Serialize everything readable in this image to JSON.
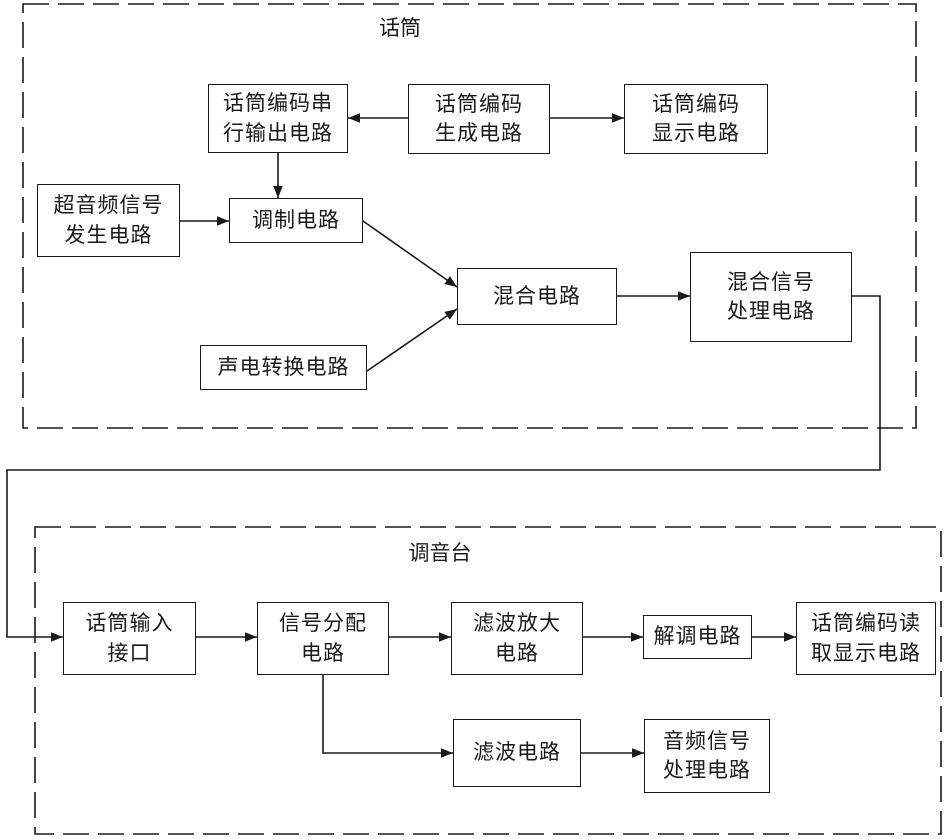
{
  "colors": {
    "line": "#1a1a1a",
    "background": "#ffffff"
  },
  "groups": {
    "mic": "话筒",
    "console": "调音台"
  },
  "blocks": {
    "mic_code_serial_out": "话筒编码串\n行输出电路",
    "mic_code_gen": "话筒编码\n生成电路",
    "mic_code_display": "话筒编码\n显示电路",
    "ultrasonic_gen": "超音频信号\n发生电路",
    "modulation": "调制电路",
    "mixing": "混合电路",
    "mixed_signal_proc": "混合信号\n处理电路",
    "acoustic_electric": "声电转换电路",
    "mic_input": "话筒输入\n接口",
    "signal_distribution": "信号分配\n电路",
    "filter_amp": "滤波放大\n电路",
    "demodulation": "解调电路",
    "mic_code_read_display": "话筒编码读\n取显示电路",
    "filter": "滤波电路",
    "audio_proc": "音频信号\n处理电路"
  }
}
